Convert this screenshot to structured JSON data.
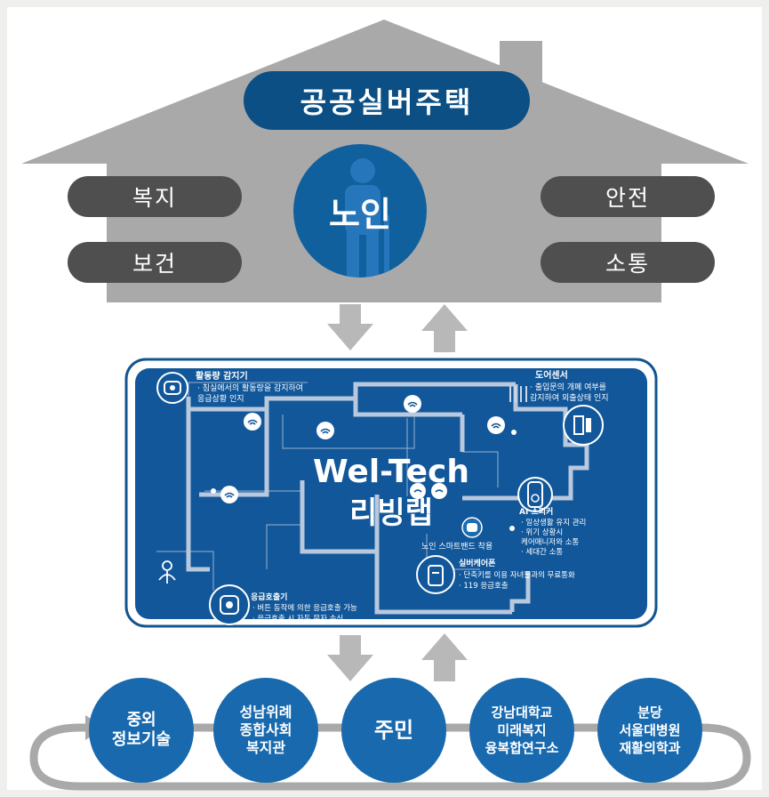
{
  "house": {
    "title": "공공실버주택",
    "center": "노인",
    "left_top": "복지",
    "left_bottom": "보건",
    "right_top": "안전",
    "right_bottom": "소통"
  },
  "floorplan": {
    "main_title_1": "Wel-Tech",
    "main_title_2": "리빙랩",
    "activity": {
      "title": "활동량 감지기",
      "line1": "· 침실에서의 활동량을 감지하여",
      "line2": "  응급상황 인지"
    },
    "door": {
      "title": "도어센서",
      "line1": "· 출입문의 개폐 여부를",
      "line2": "  감지하여 외출상태 인지"
    },
    "ai": {
      "title": "AI 스피커",
      "line1": "· 일상생활 유지 관리",
      "line2": "· 위기 상황시",
      "line3": "  케어매니저와 소통",
      "line4": "· 세대간 소통"
    },
    "band": {
      "title": "노인 스마트밴드 착용"
    },
    "phone": {
      "title": "실버케어폰",
      "line1": "· 단축키를 이용 자녀들과의 무료통화",
      "line2": "· 119 응급호출"
    },
    "emergency": {
      "title": "응급호출기",
      "line1": "· 버튼 동작에 의한 응급호출 가능",
      "line2": "· 응급호출 시 자동 문자 송신"
    }
  },
  "partners": [
    "중외\n정보기술",
    "성남위례\n종합사회\n복지관",
    "주민",
    "강남대학교\n미래복지\n융복합연구소",
    "분당\n서울대병원\n재활의학과"
  ],
  "colors": {
    "house": "#a7a7a7",
    "pill": "#4f4f4f",
    "navy": "#0b4f84",
    "panel": "#11579a",
    "node": "#1869ae",
    "arrow": "#b9b9b9"
  }
}
